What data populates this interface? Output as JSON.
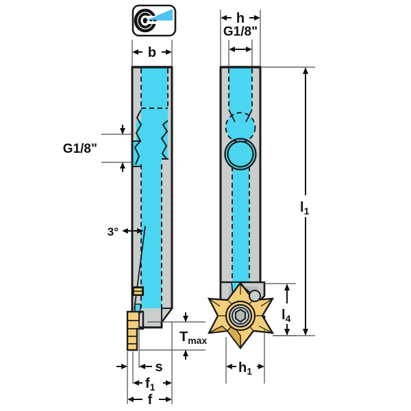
{
  "drawing": {
    "title": "Grooving / threading tool holder technical drawing",
    "views": [
      {
        "name": "front-view",
        "position": "left"
      },
      {
        "name": "side-view",
        "position": "right"
      }
    ]
  },
  "icon": {
    "name": "precision-coolant-icon",
    "description": "target with coolant jet"
  },
  "colors": {
    "coolant_cyan": "#4ad6f0",
    "steel_gray": "#c9cecd",
    "steel_gray_dark": "#b4bab9",
    "insert_gold": "#f4cf7a",
    "insert_gold_dark": "#d8ad4f",
    "outline": "#1a1a1a",
    "dim_line": "#4a4a4a",
    "icon_jet": "#4ec3ee"
  },
  "dimensions": {
    "b": "b",
    "g18_left": "G1/8\"",
    "g18_right": "G1/8\"",
    "angle": "3°",
    "tmax": "T",
    "tmax_sub": "max",
    "s": "s",
    "f1_base": "f",
    "f1_sub": "1",
    "f": "f",
    "h": "h",
    "h1_base": "h",
    "h1_sub": "1",
    "l1_base": "l",
    "l1_sub": "1",
    "l4_base": "l",
    "l4_sub": "4"
  }
}
